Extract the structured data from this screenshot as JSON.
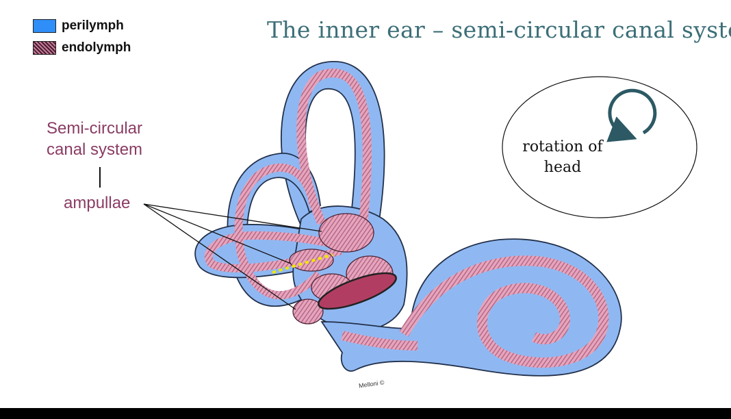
{
  "title": "The inner ear – semi-circular canal system",
  "legend": [
    {
      "label": "perilymph",
      "color": "#2f8ef7"
    },
    {
      "label": "endolymph",
      "color": "#c27d9c"
    }
  ],
  "labels": {
    "system_line1": "Semi-circular",
    "system_line2": "canal system",
    "ampullae": "ampullae",
    "rotation_line1": "rotation of",
    "rotation_line2": "head",
    "signature": "Melloni ©"
  },
  "icons": [
    "rotation-arrow-icon"
  ],
  "colors": {
    "title": "#3d6f78",
    "label": "#8a3c63",
    "perilymph": "#2f8ef7",
    "endolymph": "#e5a5bd",
    "axis_marker": "#f2e600"
  }
}
